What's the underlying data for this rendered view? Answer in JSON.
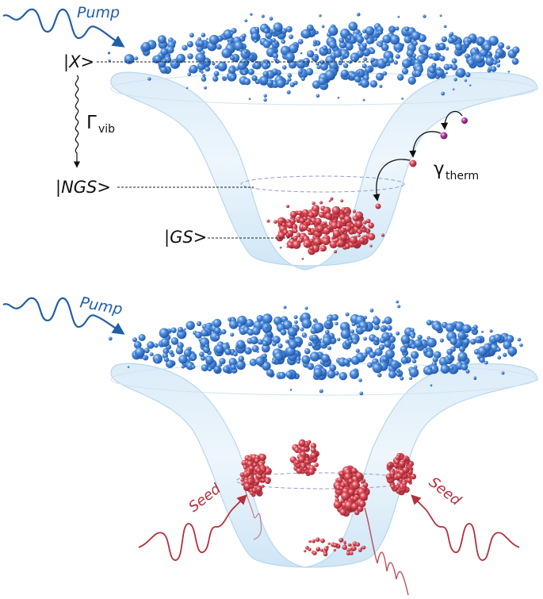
{
  "labels": {
    "pump": "Pump",
    "exciton_state": "|X>",
    "ngs_state": "|NGS>",
    "gs_state": "|GS>",
    "gamma_vib_symbol": "Γ",
    "gamma_vib_sub": "vib",
    "gamma_therm_symbol": "γ",
    "gamma_therm_sub": "therm",
    "seed": "Seed"
  },
  "colors": {
    "pump_blue": "#1f5fa8",
    "seed_red": "#b3303c",
    "exciton_ball": "#2f6fc4",
    "condensate_ball": "#c8313f",
    "thermal_ball": "#9a2d8e",
    "trap_fill": "#cfe6f6",
    "trap_edge": "#8fc3e6"
  },
  "icons": {
    "pump_wave": "wavy-arrow-icon",
    "seed_wave": "wavy-arrow-icon",
    "relaxation": "wavy-arrow-icon",
    "thermalization": "curved-arrow-icon"
  }
}
